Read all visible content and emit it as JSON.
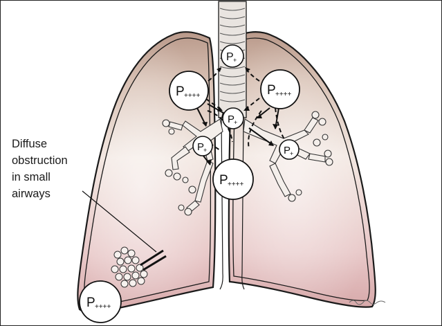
{
  "figure": {
    "callout": {
      "lines": [
        "Diffuse",
        "obstruction",
        "in small",
        "airways"
      ]
    },
    "pressure_labels": {
      "trachea": {
        "base": "P",
        "sub": "+"
      },
      "left_upper": {
        "base": "P",
        "sub": "++++"
      },
      "right_upper": {
        "base": "P",
        "sub": "++++"
      },
      "carina": {
        "base": "P",
        "sub": "+"
      },
      "left_bronchus": {
        "base": "P",
        "sub": "+"
      },
      "right_bronchus": {
        "base": "P",
        "sub": "+"
      },
      "mediastinum": {
        "base": "P",
        "sub": "++++"
      },
      "pleural_base": {
        "base": "P",
        "sub": "++++"
      }
    },
    "colors": {
      "lung_fill_top": "#c4a796",
      "lung_fill_mid": "#ead9d0",
      "lung_fill_bottom": "#ddb5b5",
      "outline": "#1a1a1a"
    }
  }
}
